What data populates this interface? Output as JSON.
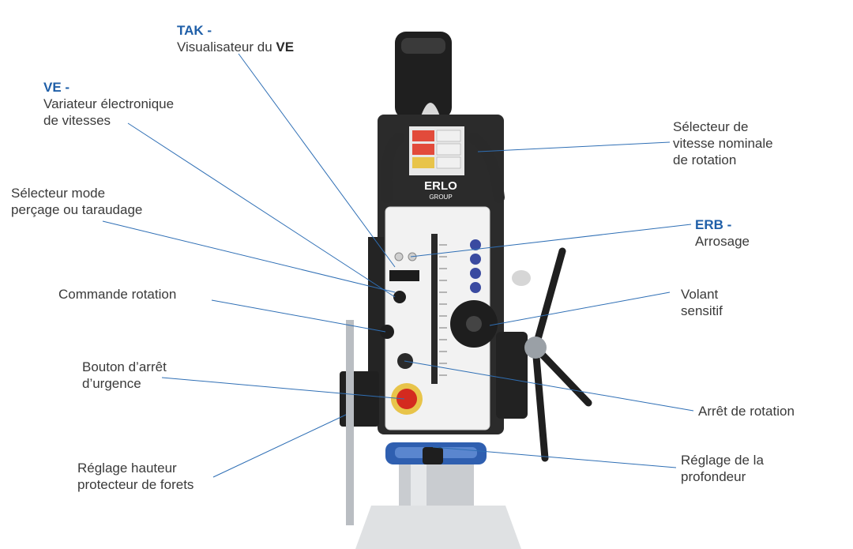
{
  "labels": {
    "tak_code": "TAK -",
    "tak_text": "Visualisateur du",
    "tak_text_strong": "VE",
    "ve_code": "VE -",
    "ve_line1": "Variateur électronique",
    "ve_line2": "de vitesses",
    "mode_line1": "Sélecteur mode",
    "mode_line2": "perçage ou taraudage",
    "rotation_cmd": "Commande rotation",
    "emergency_line1": "Bouton d’arrêt",
    "emergency_line2": "d’urgence",
    "height_line1": "Réglage hauteur",
    "height_line2": "protecteur de forets",
    "speed_sel_line1": "Sélecteur de",
    "speed_sel_line2": "vitesse nominale",
    "speed_sel_line3": "de rotation",
    "erb_code": "ERB -",
    "erb_text": "Arrosage",
    "handwheel_line1": "Volant",
    "handwheel_line2": "sensitif",
    "stop_rotation": "Arrêt de rotation",
    "depth_line1": "Réglage de la",
    "depth_line2": "profondeur"
  },
  "brand": {
    "logo_line1": "ERLO",
    "logo_line2": "GROUP"
  },
  "colors": {
    "accent": "#1f5fa8",
    "leader": "#2f6fb5",
    "body": "#2b2b2b",
    "panel": "#f2f2f2",
    "emergency": "#d42a1f"
  }
}
